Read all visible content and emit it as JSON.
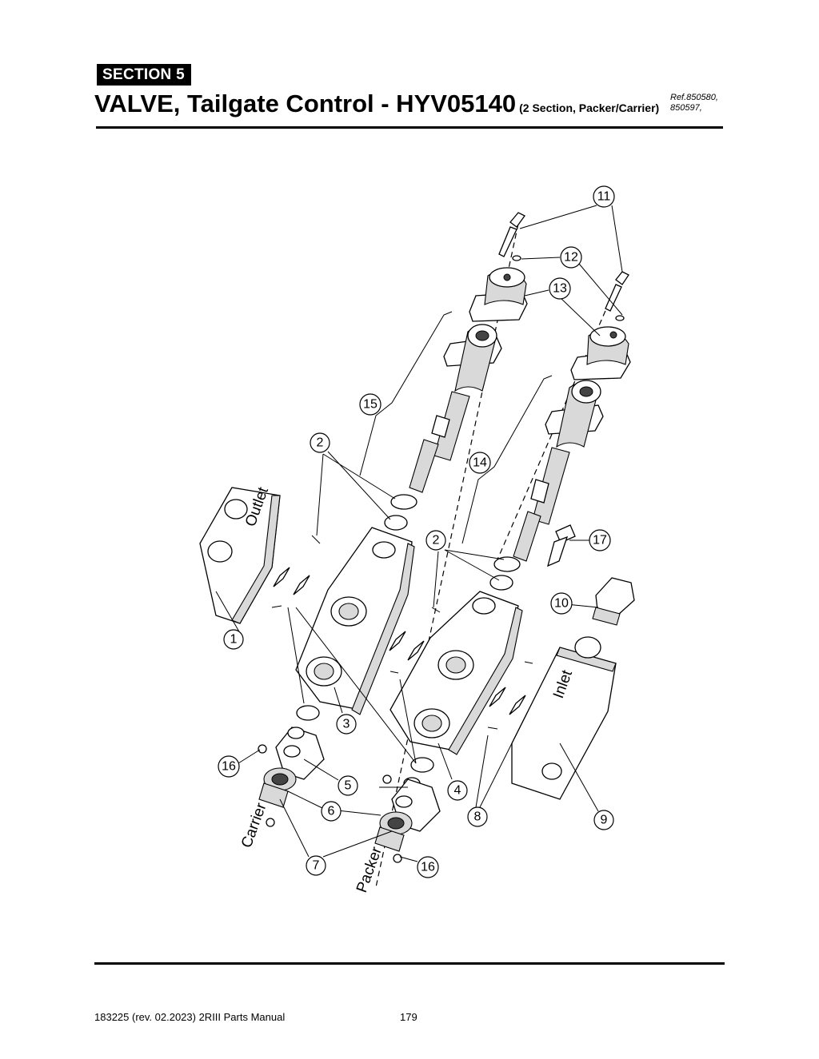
{
  "header": {
    "section_label": "SECTION  5",
    "title": "VALVE, Tailgate Control - HYV05140",
    "subtitle": "(2 Section, Packer/Carrier)",
    "ref_line1": "Ref.850580,",
    "ref_line2": "850597,"
  },
  "diagram": {
    "labels": {
      "outlet": "Outlet",
      "inlet": "Inlet",
      "carrier": "Carrier",
      "packer": "Packer"
    },
    "callouts": [
      "1",
      "2",
      "2",
      "3",
      "4",
      "5",
      "6",
      "7",
      "8",
      "9",
      "10",
      "11",
      "12",
      "13",
      "14",
      "15",
      "16",
      "16",
      "17"
    ]
  },
  "footer": {
    "doc": "183225  (rev. 02.2023) 2RIII Parts Manual",
    "page": "179"
  }
}
